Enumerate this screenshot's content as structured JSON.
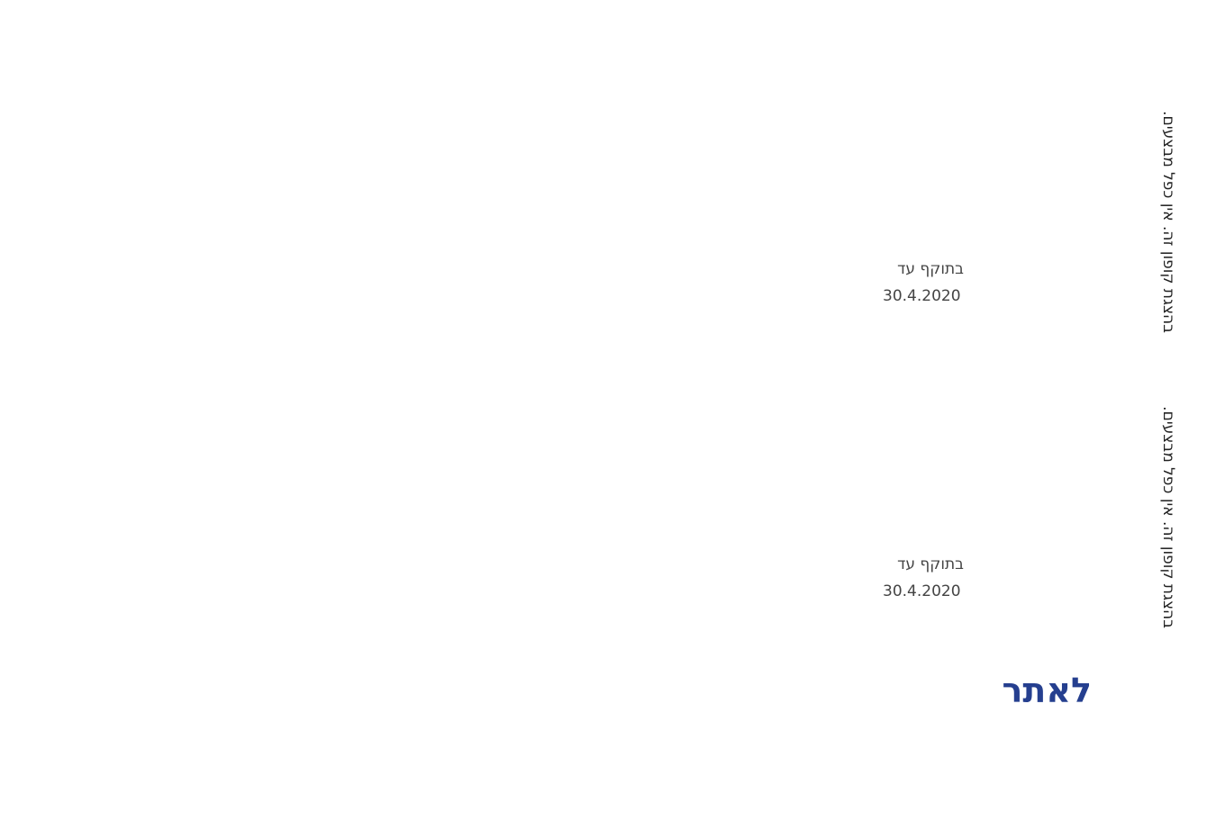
{
  "coupon_notes": [
    {
      "text": "בהצגת קופון זה. אין כפל מבצעים."
    },
    {
      "text": "בהצגת קופון זה. אין כפל מבצעים."
    }
  ],
  "validity_blocks": [
    {
      "label": "בתוקף עד",
      "date": "30.4.2020"
    },
    {
      "label": "בתוקף עד",
      "date": "30.4.2020"
    }
  ],
  "site_link": {
    "label": "לאתר",
    "color": "#253f8f"
  }
}
